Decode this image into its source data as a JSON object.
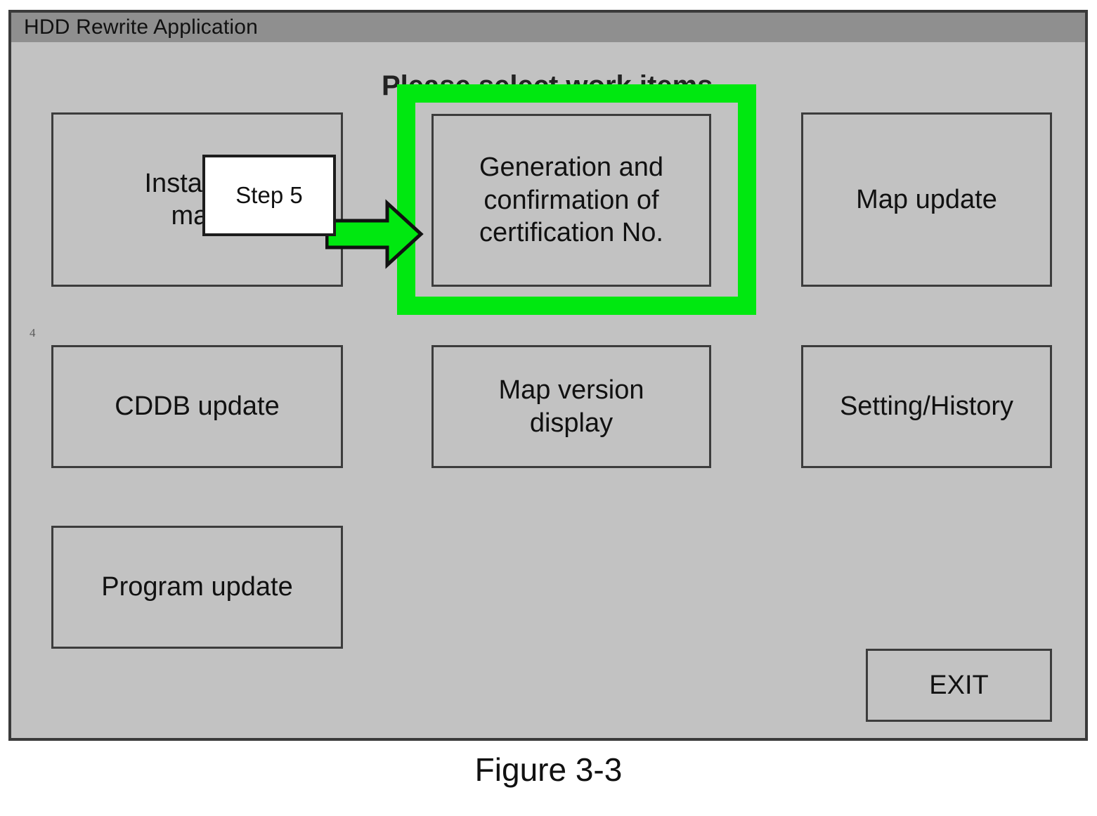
{
  "window": {
    "title": "HDD Rewrite Application",
    "heading": "Please select work items",
    "title_bar_color": "#8f8f8f",
    "client_color": "#c2c2c2",
    "border_color": "#3a3a3a"
  },
  "buttons": [
    {
      "id": "installing-map",
      "label": "Installing\nmap"
    },
    {
      "id": "generation",
      "label": "Generation and\nconfirmation of\ncertification No."
    },
    {
      "id": "map-update",
      "label": "Map update"
    },
    {
      "id": "cddb-update",
      "label": "CDDB update"
    },
    {
      "id": "map-version",
      "label": "Map version\ndisplay"
    },
    {
      "id": "setting-history",
      "label": "Setting/History"
    },
    {
      "id": "program-update",
      "label": "Program update"
    },
    {
      "id": "exit",
      "label": "EXIT"
    }
  ],
  "annotation": {
    "step_label": "Step 5",
    "highlight_color": "#00e810",
    "arrow_color": "#00e810",
    "arrow_outline_color": "#111111",
    "arrow_points_to": "generation",
    "highlights": "generation"
  },
  "artifacts": {
    "page_number_mark": "4"
  },
  "caption": {
    "text": "Figure 3-3"
  }
}
